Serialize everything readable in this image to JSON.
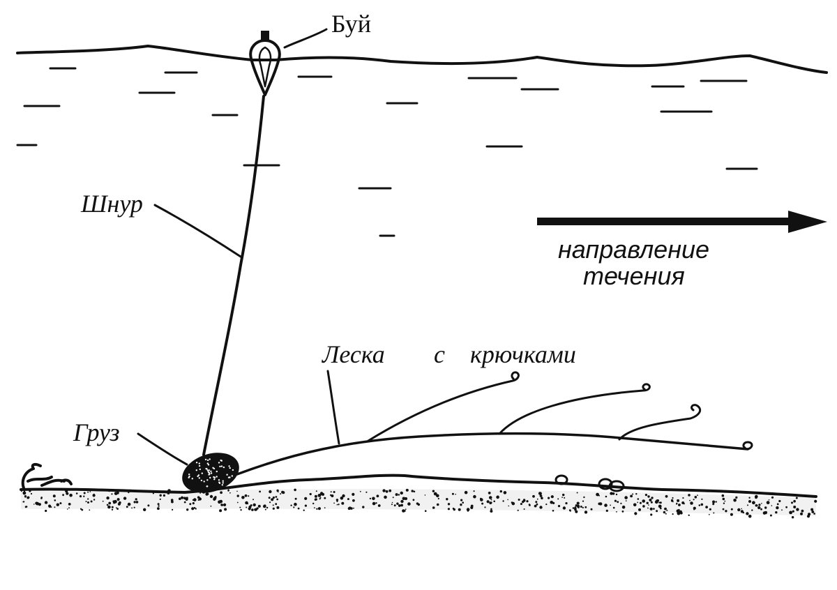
{
  "labels": {
    "buoy": "Буй",
    "cord": "Шнур",
    "current_line1": "направление",
    "current_line2": "течения",
    "line_with_hooks_word1": "Леска",
    "line_with_hooks_word2": "с",
    "line_with_hooks_word3": "крючками",
    "weight": "Груз"
  },
  "colors": {
    "ink": "#111111",
    "background": "#ffffff"
  }
}
